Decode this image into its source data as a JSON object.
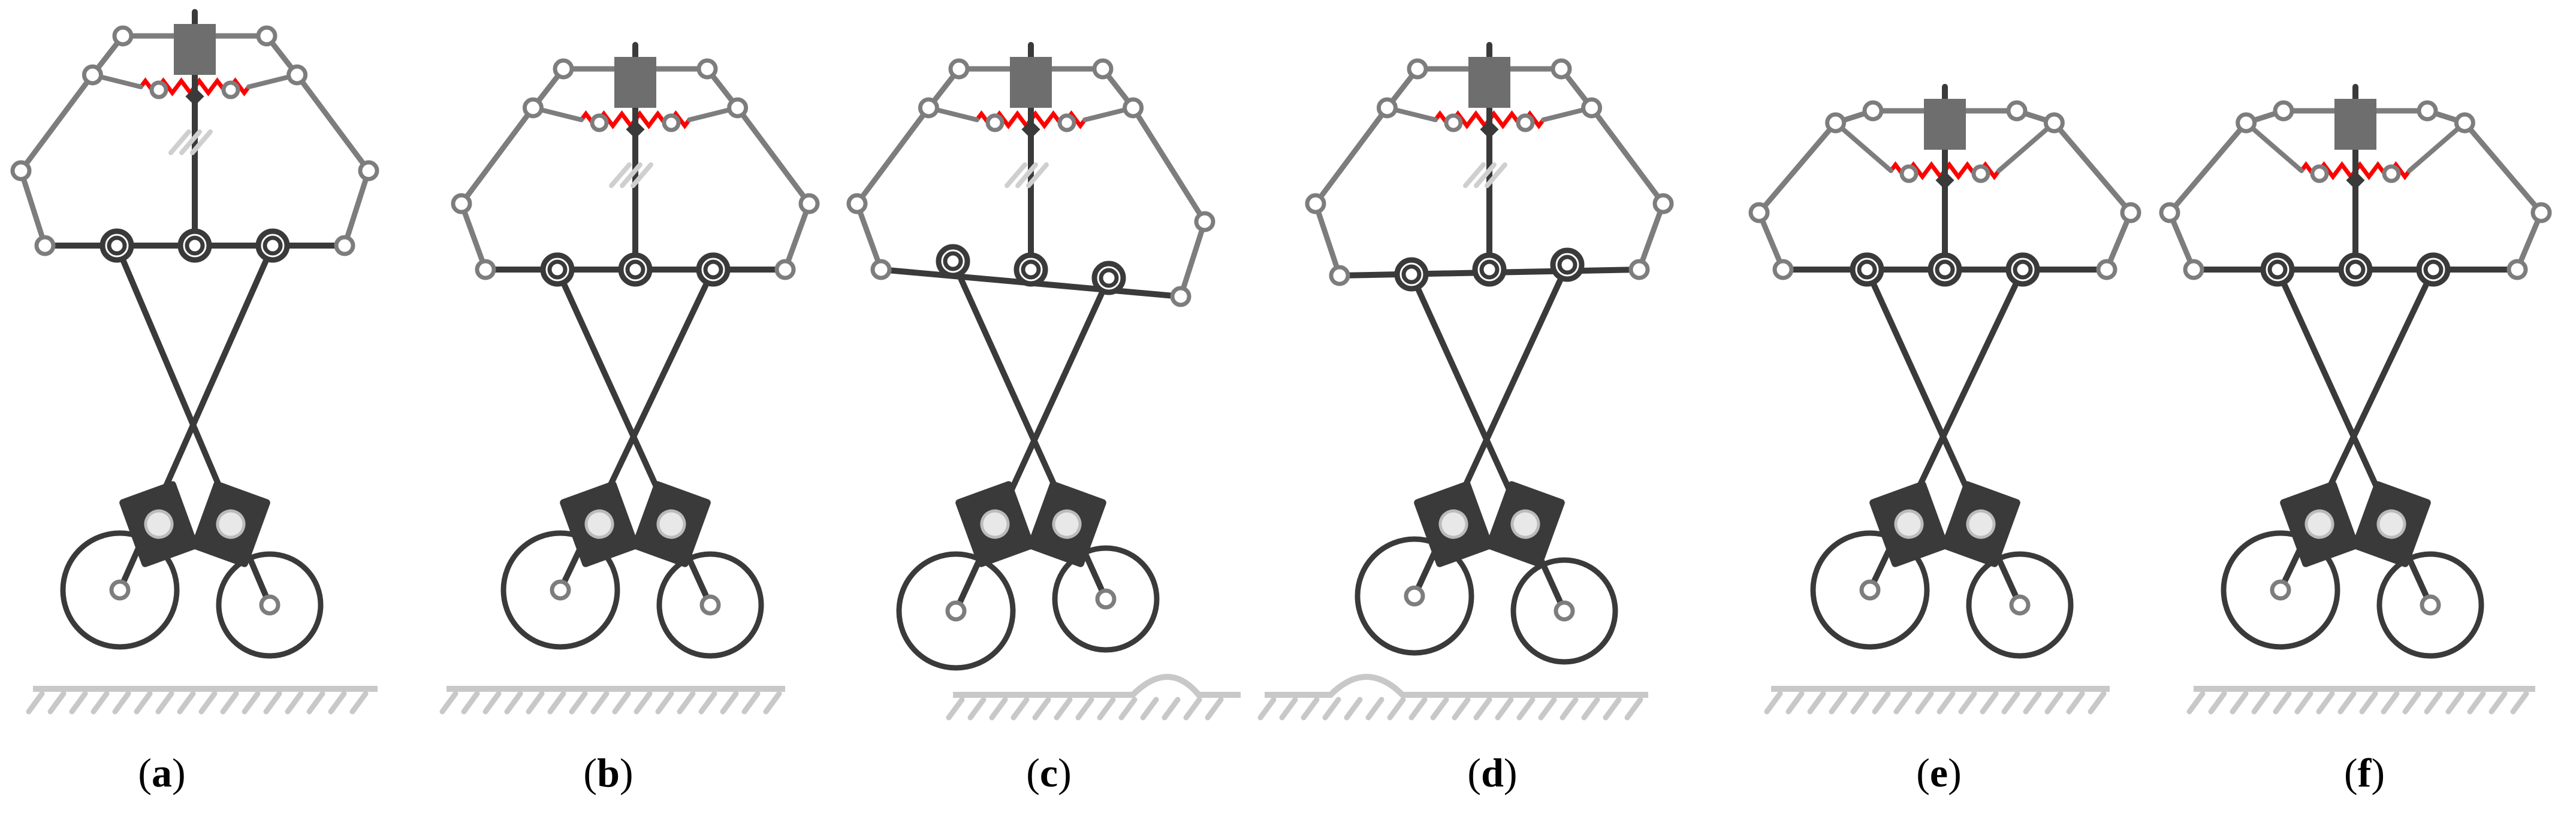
{
  "figure": {
    "panels": [
      {
        "id": "a",
        "label_open": "(",
        "letter": "a",
        "label_close": ")",
        "ground": "flat",
        "spring": "stretched",
        "ghost_marks": true,
        "tilt": "level"
      },
      {
        "id": "b",
        "label_open": "(",
        "letter": "b",
        "label_close": ")",
        "ground": "flat",
        "spring": "stretched",
        "ghost_marks": true,
        "tilt": "level"
      },
      {
        "id": "c",
        "label_open": "(",
        "letter": "c",
        "label_close": ")",
        "ground": "bump-right",
        "spring": "stretched",
        "ghost_marks": true,
        "tilt": "right-down"
      },
      {
        "id": "d",
        "label_open": "(",
        "letter": "d",
        "label_close": ")",
        "ground": "bump-left",
        "spring": "stretched",
        "ghost_marks": true,
        "tilt": "left-down"
      },
      {
        "id": "e",
        "label_open": "(",
        "letter": "e",
        "label_close": ")",
        "ground": "flat",
        "spring": "compressed",
        "ghost_marks": false,
        "tilt": "level"
      },
      {
        "id": "f",
        "label_open": "(",
        "letter": "f",
        "label_close": ")",
        "ground": "flat",
        "spring": "compressed",
        "ghost_marks": false,
        "tilt": "level"
      }
    ],
    "colors": {
      "link_dark": "#3a3a3a",
      "link_light": "#7d7d7d",
      "body_block": "#6e6e6e",
      "spring": "#ff0000",
      "ground": "#c8c8c8",
      "ghost": "#cfcfcf"
    }
  }
}
